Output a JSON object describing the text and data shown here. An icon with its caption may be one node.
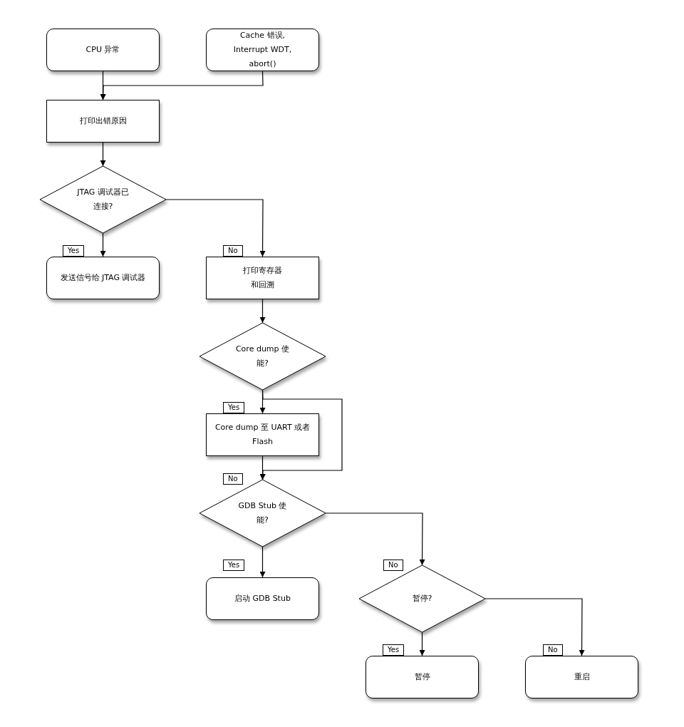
{
  "diagram": {
    "nodes": [
      {
        "text": [
          "CPU 异常"
        ]
      },
      {
        "text": [
          "Cache 错误, Interrupt WDT, abort()"
        ]
      },
      {
        "text": [
          "打印出错原因"
        ]
      },
      {
        "text": [
          "JTAG 调试器已连接?"
        ]
      },
      {
        "text": [
          "发送信号给 JTAG 调试器"
        ]
      },
      {
        "text": [
          "打印寄存器和回溯"
        ]
      },
      {
        "text": [
          "Core dump 使能?"
        ]
      },
      {
        "text": [
          "Core dump 至 UART 或者 Flash"
        ]
      },
      {
        "text": [
          "GDB Stub 使能?"
        ]
      },
      {
        "text": [
          "启动 GDB Stub"
        ]
      },
      {
        "text": [
          "暂停?"
        ]
      },
      {
        "text": [
          "暂停"
        ]
      },
      {
        "text": [
          "重启"
        ]
      }
    ],
    "edges": [
      {
        "from": 0,
        "to": 2,
        "arrow": "to"
      },
      {
        "from": 1,
        "to": 2,
        "arrow": "to"
      },
      {
        "from": 2,
        "to": 3,
        "arrow": "to"
      },
      {
        "from": 3,
        "to": 4,
        "arrow": "to",
        "label": "Yes"
      },
      {
        "from": 3,
        "to": 5,
        "arrow": "to",
        "label": "No"
      },
      {
        "from": 5,
        "to": 6,
        "arrow": "to"
      },
      {
        "from": 6,
        "to": 7,
        "arrow": "to",
        "label": "Yes"
      },
      {
        "from": 6,
        "to": 8,
        "arrow": "to",
        "label": "No"
      },
      {
        "from": 7,
        "to": 8,
        "arrow": "to"
      },
      {
        "from": 8,
        "to": 9,
        "arrow": "to",
        "label": "Yes"
      },
      {
        "from": 8,
        "to": 10,
        "arrow": "to",
        "label": "No"
      },
      {
        "from": 10,
        "to": 11,
        "arrow": "to",
        "label": "Yes"
      },
      {
        "from": 10,
        "to": 12,
        "arrow": "to",
        "label": "No"
      }
    ]
  }
}
